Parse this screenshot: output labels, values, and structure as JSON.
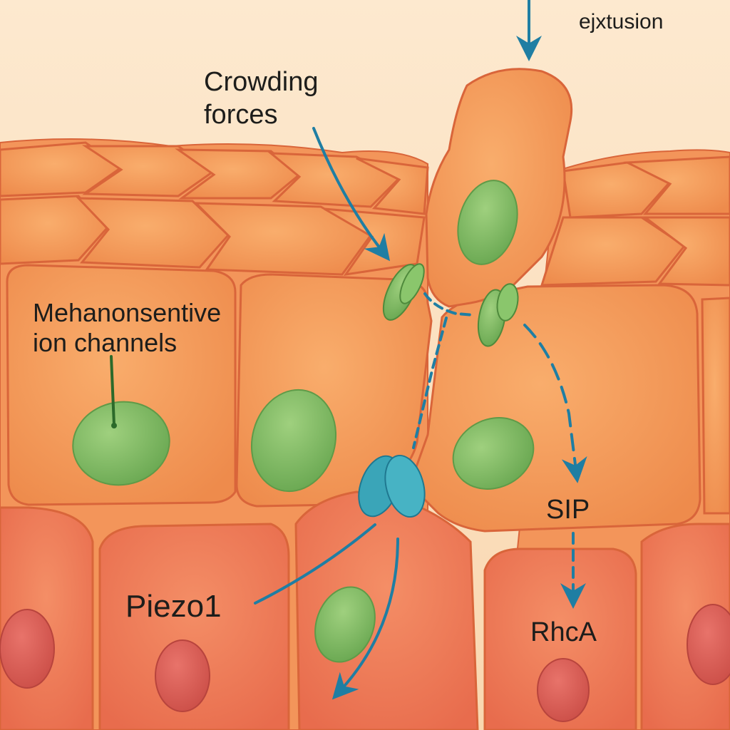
{
  "labels": {
    "extrusion": "ejxtusion",
    "crowding_line1": "Crowding",
    "crowding_line2": "forces",
    "mech_line1": "Mehanonsentive",
    "mech_line2": "ion channels",
    "piezo": "Piezo1",
    "s1p": "SIP",
    "rhoa": "RhcA"
  },
  "colors": {
    "background": "#fbe3c5",
    "cell_fill": "#f59a57",
    "cell_outline": "#d9653a",
    "lower_cell_fill": "#ec7b56",
    "nucleus_green": "#7cba62",
    "nucleus_red": "#d95a52",
    "arrow_blue": "#1f7ea3",
    "piezo_teal": "#3aa5b8"
  }
}
